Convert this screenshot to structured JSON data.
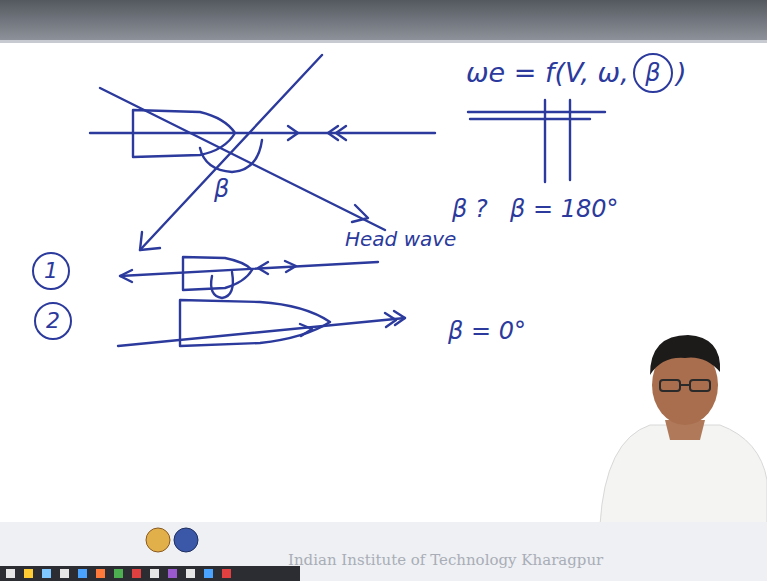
{
  "diagram": {
    "nodes": [
      {
        "text": [
          "β"
        ]
      },
      {
        "text": [
          "1"
        ]
      },
      {
        "text": [
          "2"
        ]
      }
    ],
    "labels": [
      "ωe = f(V, ω,",
      ")",
      "β",
      "β ?",
      "β = 180°",
      "Head wave",
      "β = 0°",
      "Indian Institute of Technology Kharagpur"
    ]
  }
}
